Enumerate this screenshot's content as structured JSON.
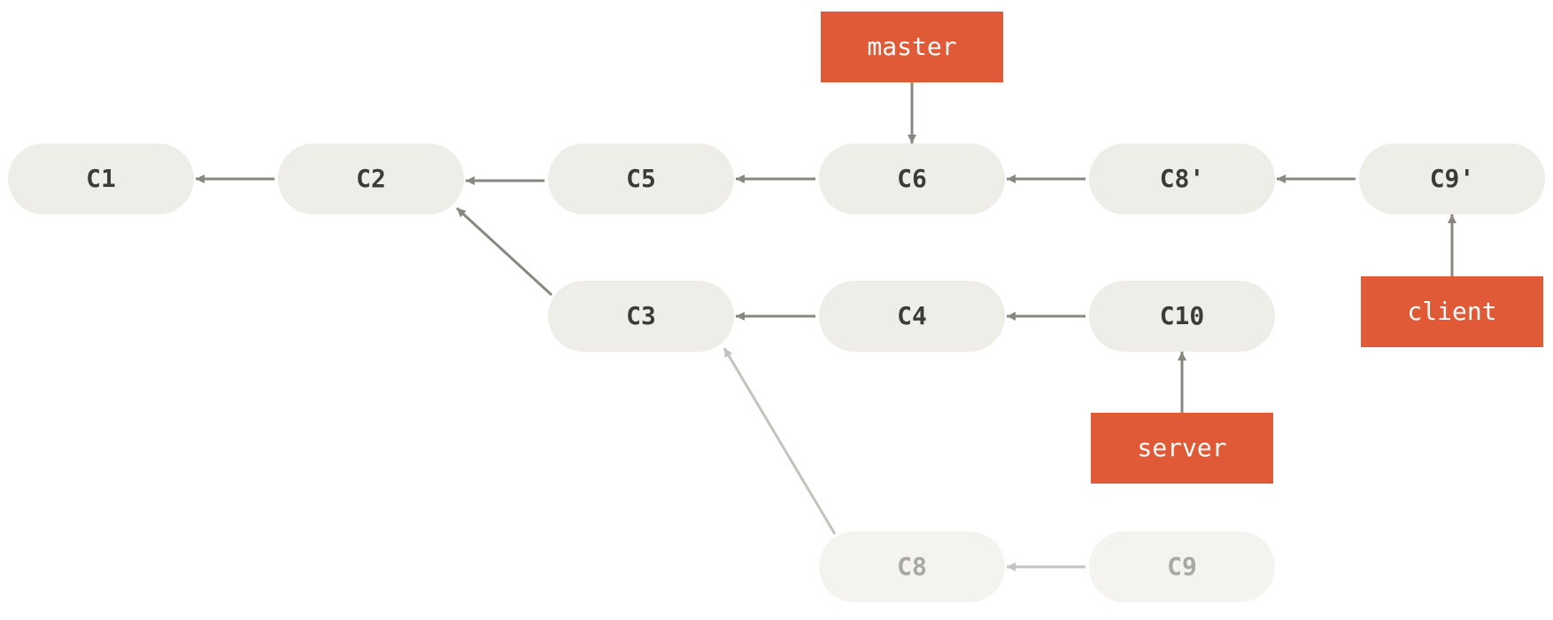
{
  "colors": {
    "commit_fill": "#eeede7",
    "commit_text": "#3c3b36",
    "ghost_fill": "#f4f3ef",
    "ghost_text": "#a8a8a2",
    "branch_fill": "#e05a38",
    "branch_text": "#ffffff",
    "arrow": "#8a8780",
    "ghost_arrow": "#c3c2bd"
  },
  "commits": [
    {
      "id": "c1",
      "label": "C1",
      "faded": false
    },
    {
      "id": "c2",
      "label": "C2",
      "faded": false
    },
    {
      "id": "c5",
      "label": "C5",
      "faded": false
    },
    {
      "id": "c6",
      "label": "C6",
      "faded": false
    },
    {
      "id": "c8p",
      "label": "C8'",
      "faded": false
    },
    {
      "id": "c9p",
      "label": "C9'",
      "faded": false
    },
    {
      "id": "c3",
      "label": "C3",
      "faded": false
    },
    {
      "id": "c4",
      "label": "C4",
      "faded": false
    },
    {
      "id": "c10",
      "label": "C10",
      "faded": false
    },
    {
      "id": "c8",
      "label": "C8",
      "faded": true
    },
    {
      "id": "c9",
      "label": "C9",
      "faded": true
    }
  ],
  "branches": [
    {
      "id": "master",
      "label": "master"
    },
    {
      "id": "client",
      "label": "client"
    },
    {
      "id": "server",
      "label": "server"
    }
  ],
  "edges": [
    {
      "from": "c2",
      "to": "c1",
      "faded": false
    },
    {
      "from": "c5",
      "to": "c2",
      "faded": false
    },
    {
      "from": "c6",
      "to": "c5",
      "faded": false
    },
    {
      "from": "c8p",
      "to": "c6",
      "faded": false
    },
    {
      "from": "c9p",
      "to": "c8p",
      "faded": false
    },
    {
      "from": "c3",
      "to": "c2",
      "faded": false
    },
    {
      "from": "c4",
      "to": "c3",
      "faded": false
    },
    {
      "from": "c10",
      "to": "c4",
      "faded": false
    },
    {
      "from": "c9",
      "to": "c8",
      "faded": true
    },
    {
      "from": "c8",
      "to": "c3",
      "faded": true
    },
    {
      "from": "master",
      "to": "c6",
      "faded": false
    },
    {
      "from": "client",
      "to": "c9p",
      "faded": false
    },
    {
      "from": "server",
      "to": "c10",
      "faded": false
    }
  ]
}
